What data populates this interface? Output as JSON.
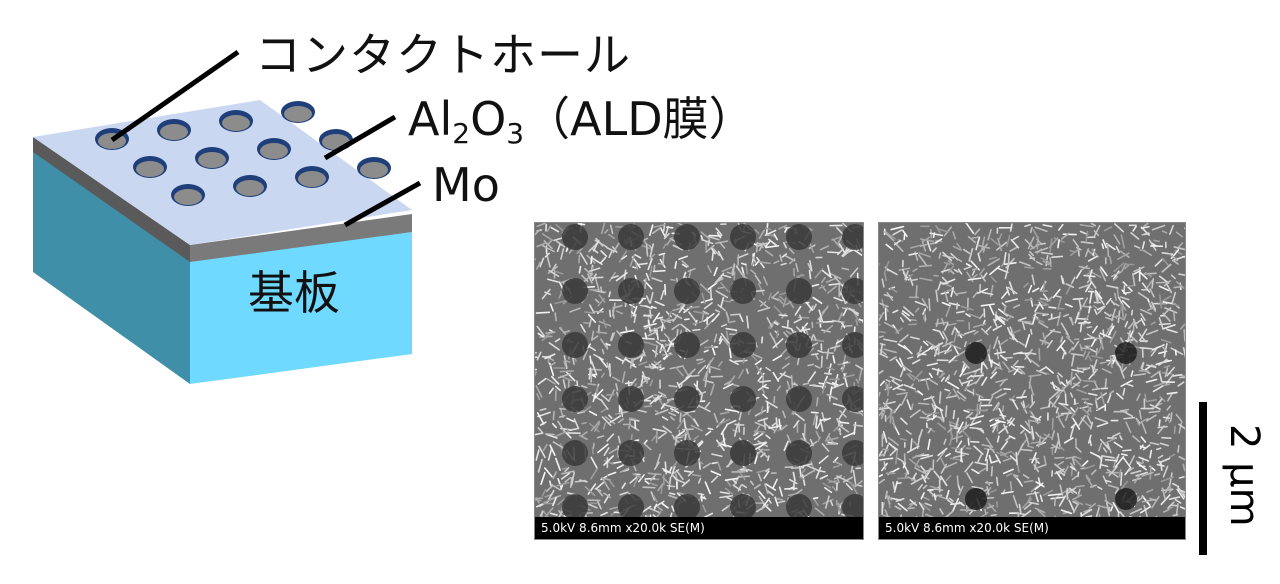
{
  "labels": {
    "contact_hole": "コンタクトホール",
    "al2o3_prefix": "Al",
    "al2o3_sub1": "2",
    "al2o3_mid": "O",
    "al2o3_sub2": "3",
    "al2o3_suffix": "（ALD膜）",
    "mo": "Mo",
    "substrate": "基板"
  },
  "sem_images": [
    {
      "caption": "5.0kV 8.6mm x20.0k SE(M)",
      "hole_grid": "6x5 dense array"
    },
    {
      "caption": "5.0kV 8.6mm x20.0k SE(M)",
      "hole_grid": "2x2 sparse array"
    }
  ],
  "scale": {
    "label": "2 µm"
  },
  "colors": {
    "top_film": "#c9d7f1",
    "hole_rim": "#1f3f7a",
    "hole_floor": "#8c8c8c",
    "mo_layer": "#6e6e6e",
    "substrate_front": "#6fd9ff",
    "substrate_side": "#3f8fa8"
  }
}
